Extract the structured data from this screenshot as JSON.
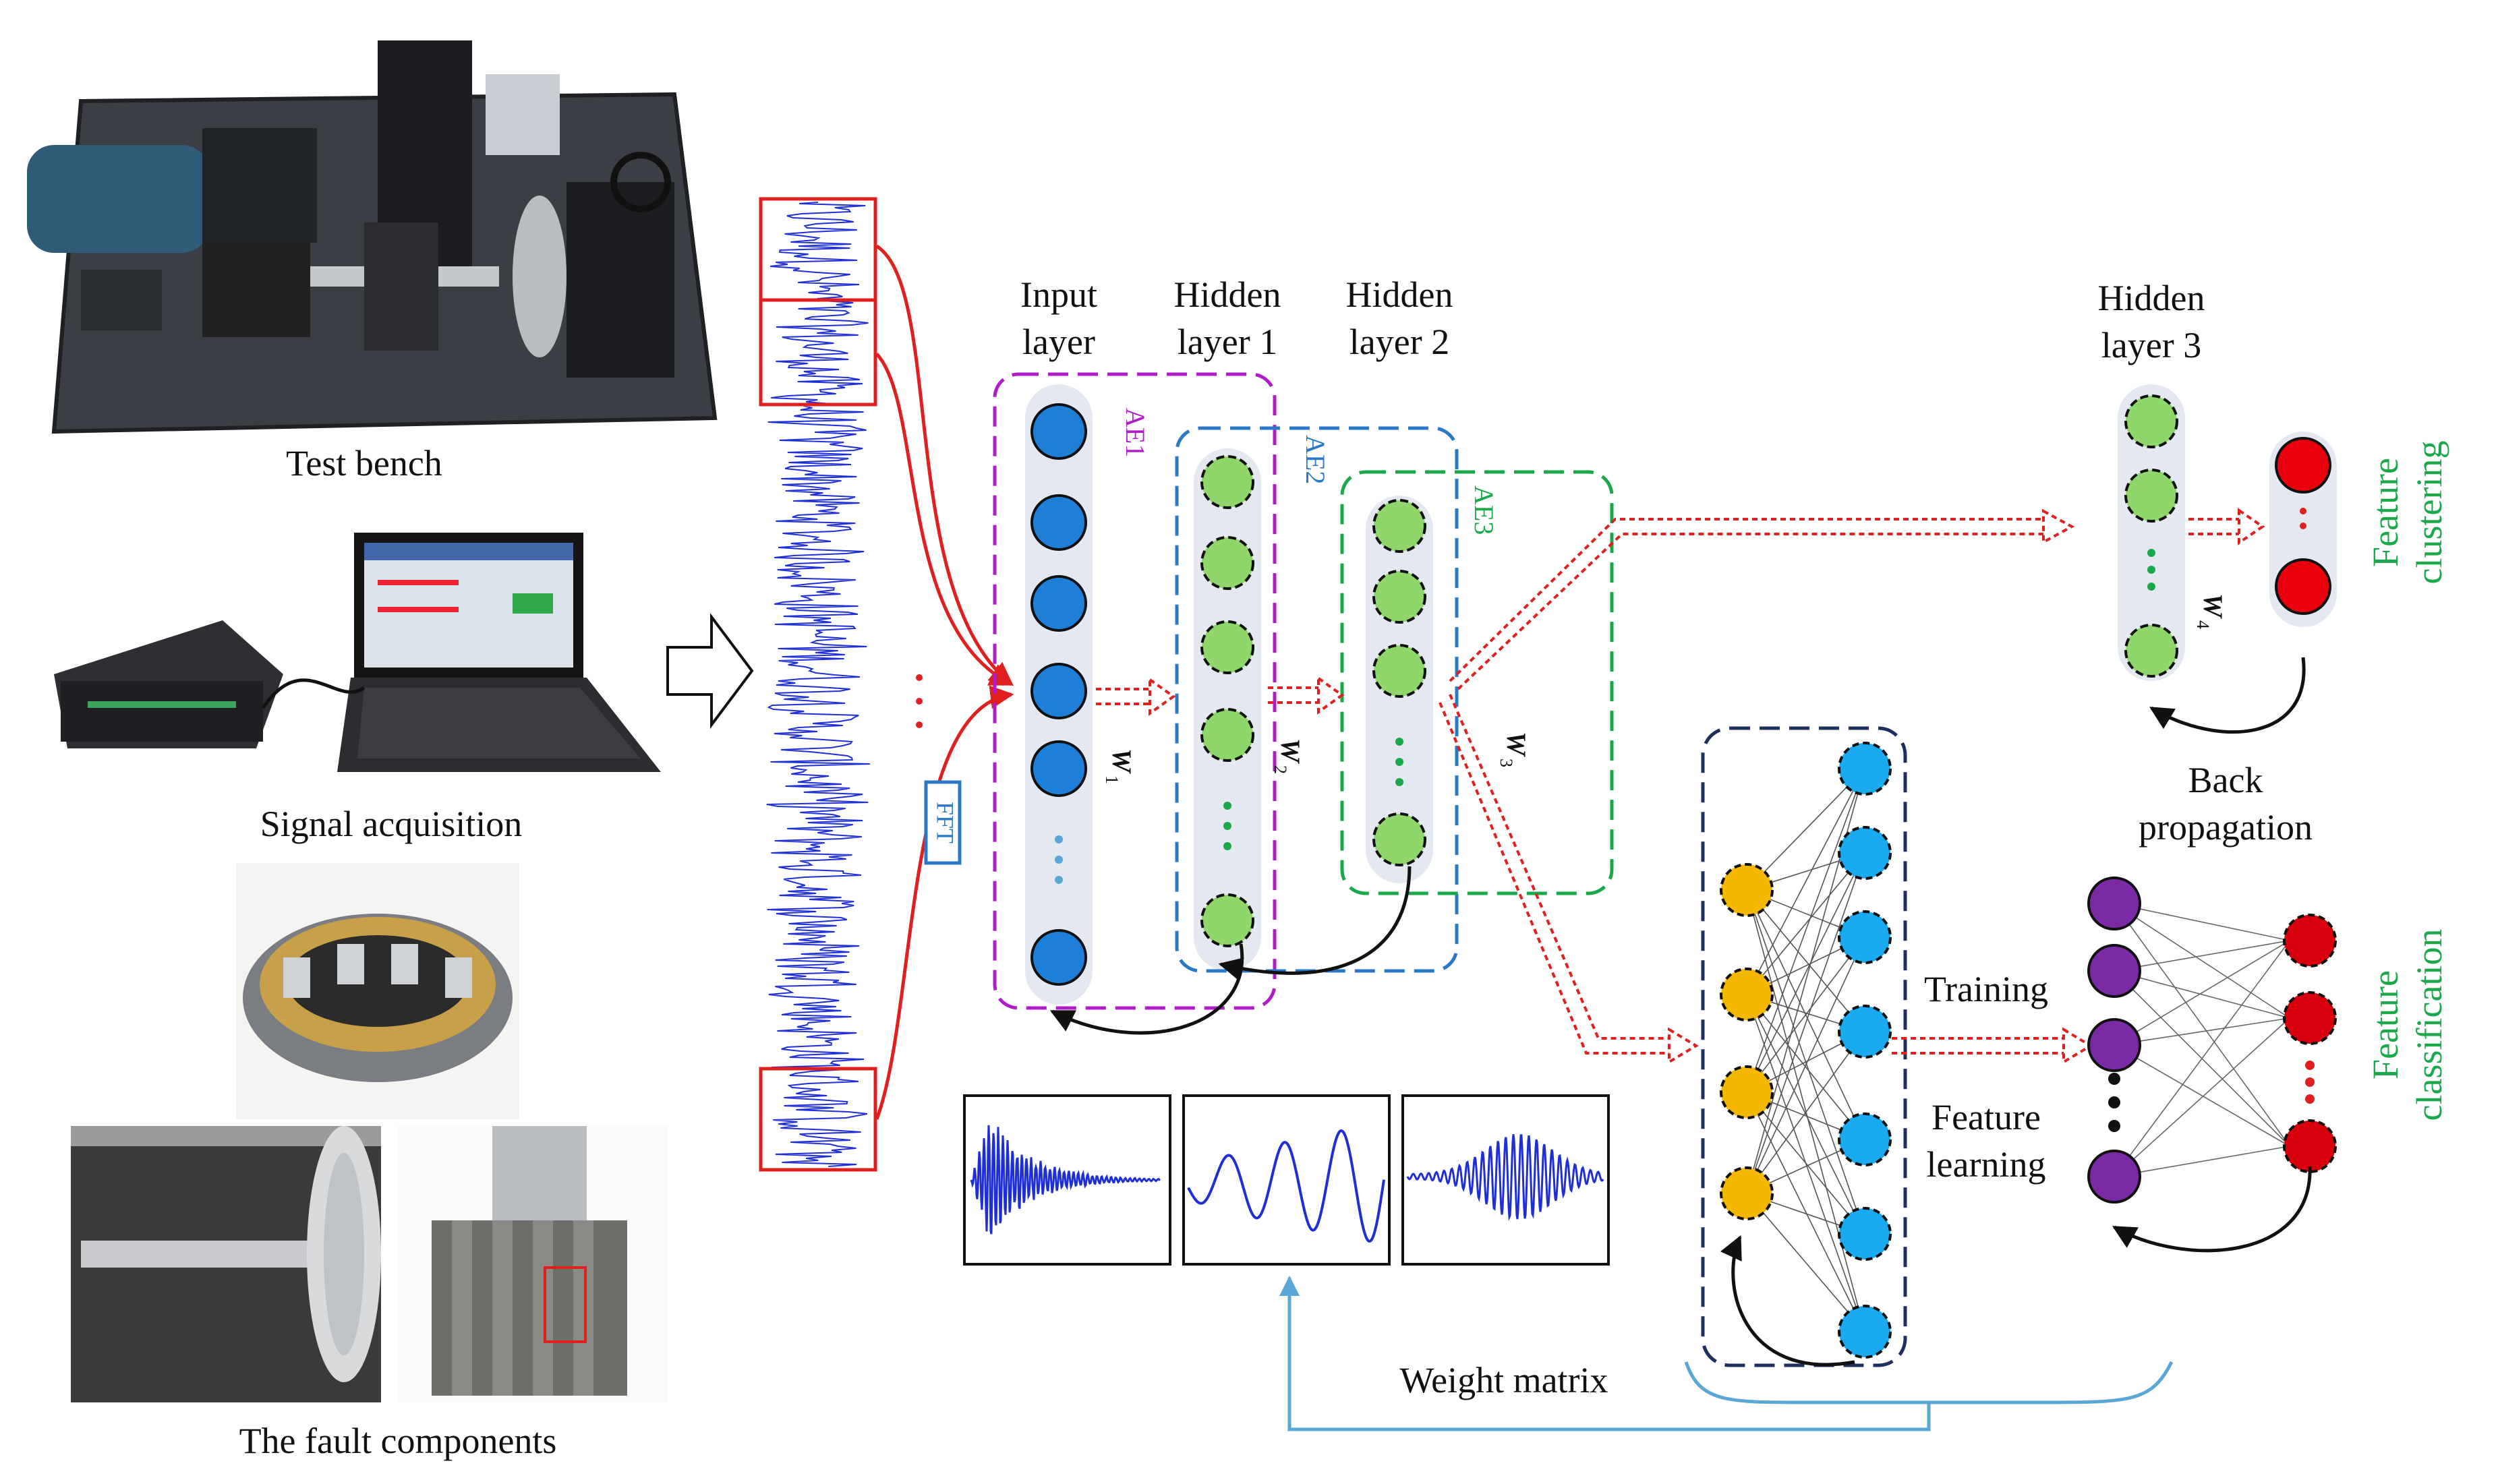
{
  "photo_captions": {
    "test_bench": "Test bench",
    "signal_acquisition": "Signal acquisition",
    "fault_components": "The fault components"
  },
  "signal": {
    "fft": "FFT"
  },
  "layers": {
    "input_line1": "Input",
    "input_line2": "layer",
    "hidden1_line1": "Hidden",
    "hidden1_line2": "layer 1",
    "hidden2_line1": "Hidden",
    "hidden2_line2": "layer 2",
    "hidden3_line1": "Hidden",
    "hidden3_line2": "layer 3"
  },
  "autoencoders": {
    "ae1": "AE1",
    "ae2": "AE2",
    "ae3": "AE3"
  },
  "weights": {
    "w": "W",
    "w1_sub": "1",
    "w2_sub": "2",
    "w3_sub": "3",
    "w4_sub": "4"
  },
  "labels": {
    "back_line1": "Back",
    "back_line2": "propagation",
    "training": "Training",
    "feature_line1": "Feature",
    "feature_line2": "learning",
    "weight_matrix": "Weight matrix",
    "clustering_line1": "Feature",
    "clustering_line2": "clustering",
    "classification_line1": "Feature",
    "classification_line2": "classification"
  },
  "colors": {
    "red": "#e0201e",
    "blue_node": "#1d7fd8",
    "green_node": "#8fd66b",
    "orange_node": "#f5b800",
    "cyan_node": "#19aaf0",
    "purple_node": "#7b2aa6",
    "dark_red_node": "#d9000d",
    "ae1": "#b01cc8",
    "ae2": "#2a78c8",
    "ae3": "#1aa84a",
    "signal": "#1f2fd6",
    "weight_arrow": "#5aa7d6"
  }
}
